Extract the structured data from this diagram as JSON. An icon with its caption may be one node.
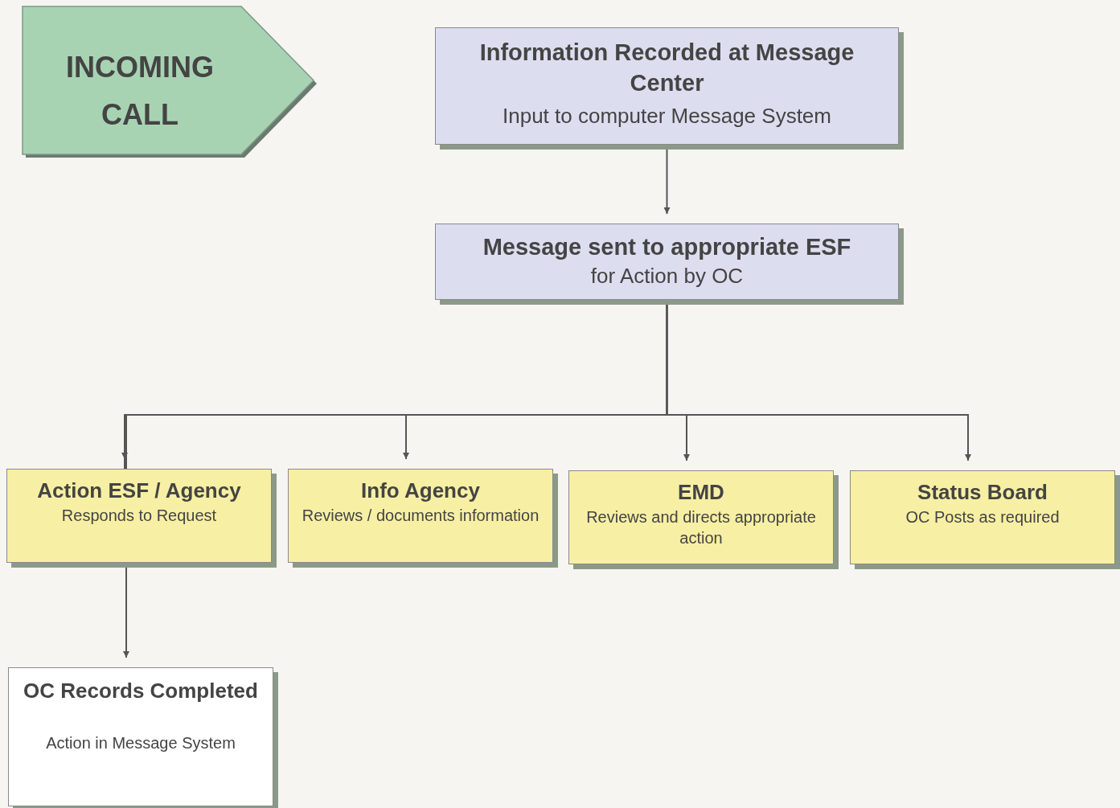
{
  "diagram": {
    "nodes": [
      {
        "text": [
          "INCOMING CALL"
        ]
      },
      {
        "text": [
          "Information Recorded at Message Center",
          "Input to computer Message System"
        ]
      },
      {
        "text": [
          "Message sent to appropriate ESF",
          "for Action by OC"
        ]
      },
      {
        "text": [
          "Action ESF / Agency",
          "Responds to Request"
        ]
      },
      {
        "text": [
          "Info Agency",
          "Reviews / documents information"
        ]
      },
      {
        "text": [
          "EMD",
          "Reviews and directs appropriate action"
        ]
      },
      {
        "text": [
          "Status Board",
          "OC Posts as required"
        ]
      },
      {
        "text": [
          "OC Records Completed",
          "Action in Message System"
        ]
      }
    ],
    "edges": [
      {
        "from": 1,
        "to": 2,
        "arrow": "to"
      },
      {
        "from": 2,
        "to": 3,
        "arrow": "to"
      },
      {
        "from": 2,
        "to": 4,
        "arrow": "to"
      },
      {
        "from": 2,
        "to": 5,
        "arrow": "to"
      },
      {
        "from": 2,
        "to": 6,
        "arrow": "to"
      },
      {
        "from": 3,
        "to": 7,
        "arrow": "to"
      }
    ]
  }
}
